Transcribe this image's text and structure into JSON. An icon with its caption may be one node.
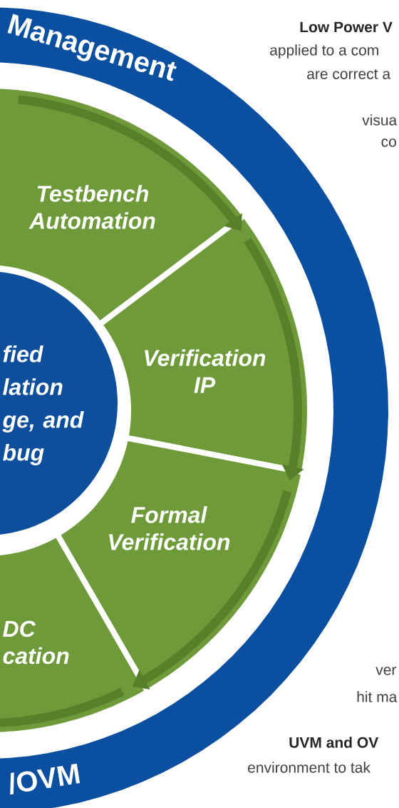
{
  "diagram": {
    "nodes": [
      {
        "text": [
          "Testbench Automation"
        ]
      },
      {
        "text": [
          "fied lation ge, and bug"
        ]
      },
      {
        "text": [
          "Verification IP"
        ]
      },
      {
        "text": [
          "Formal Verification"
        ]
      },
      {
        "text": [
          "DC cation"
        ]
      }
    ],
    "labels": [
      "Management",
      "/OVM",
      "Low Power V",
      "applied to a com",
      "are correct a",
      "visua",
      "co",
      "ver",
      "hit ma",
      "UVM and OV",
      "environment to tak"
    ]
  }
}
